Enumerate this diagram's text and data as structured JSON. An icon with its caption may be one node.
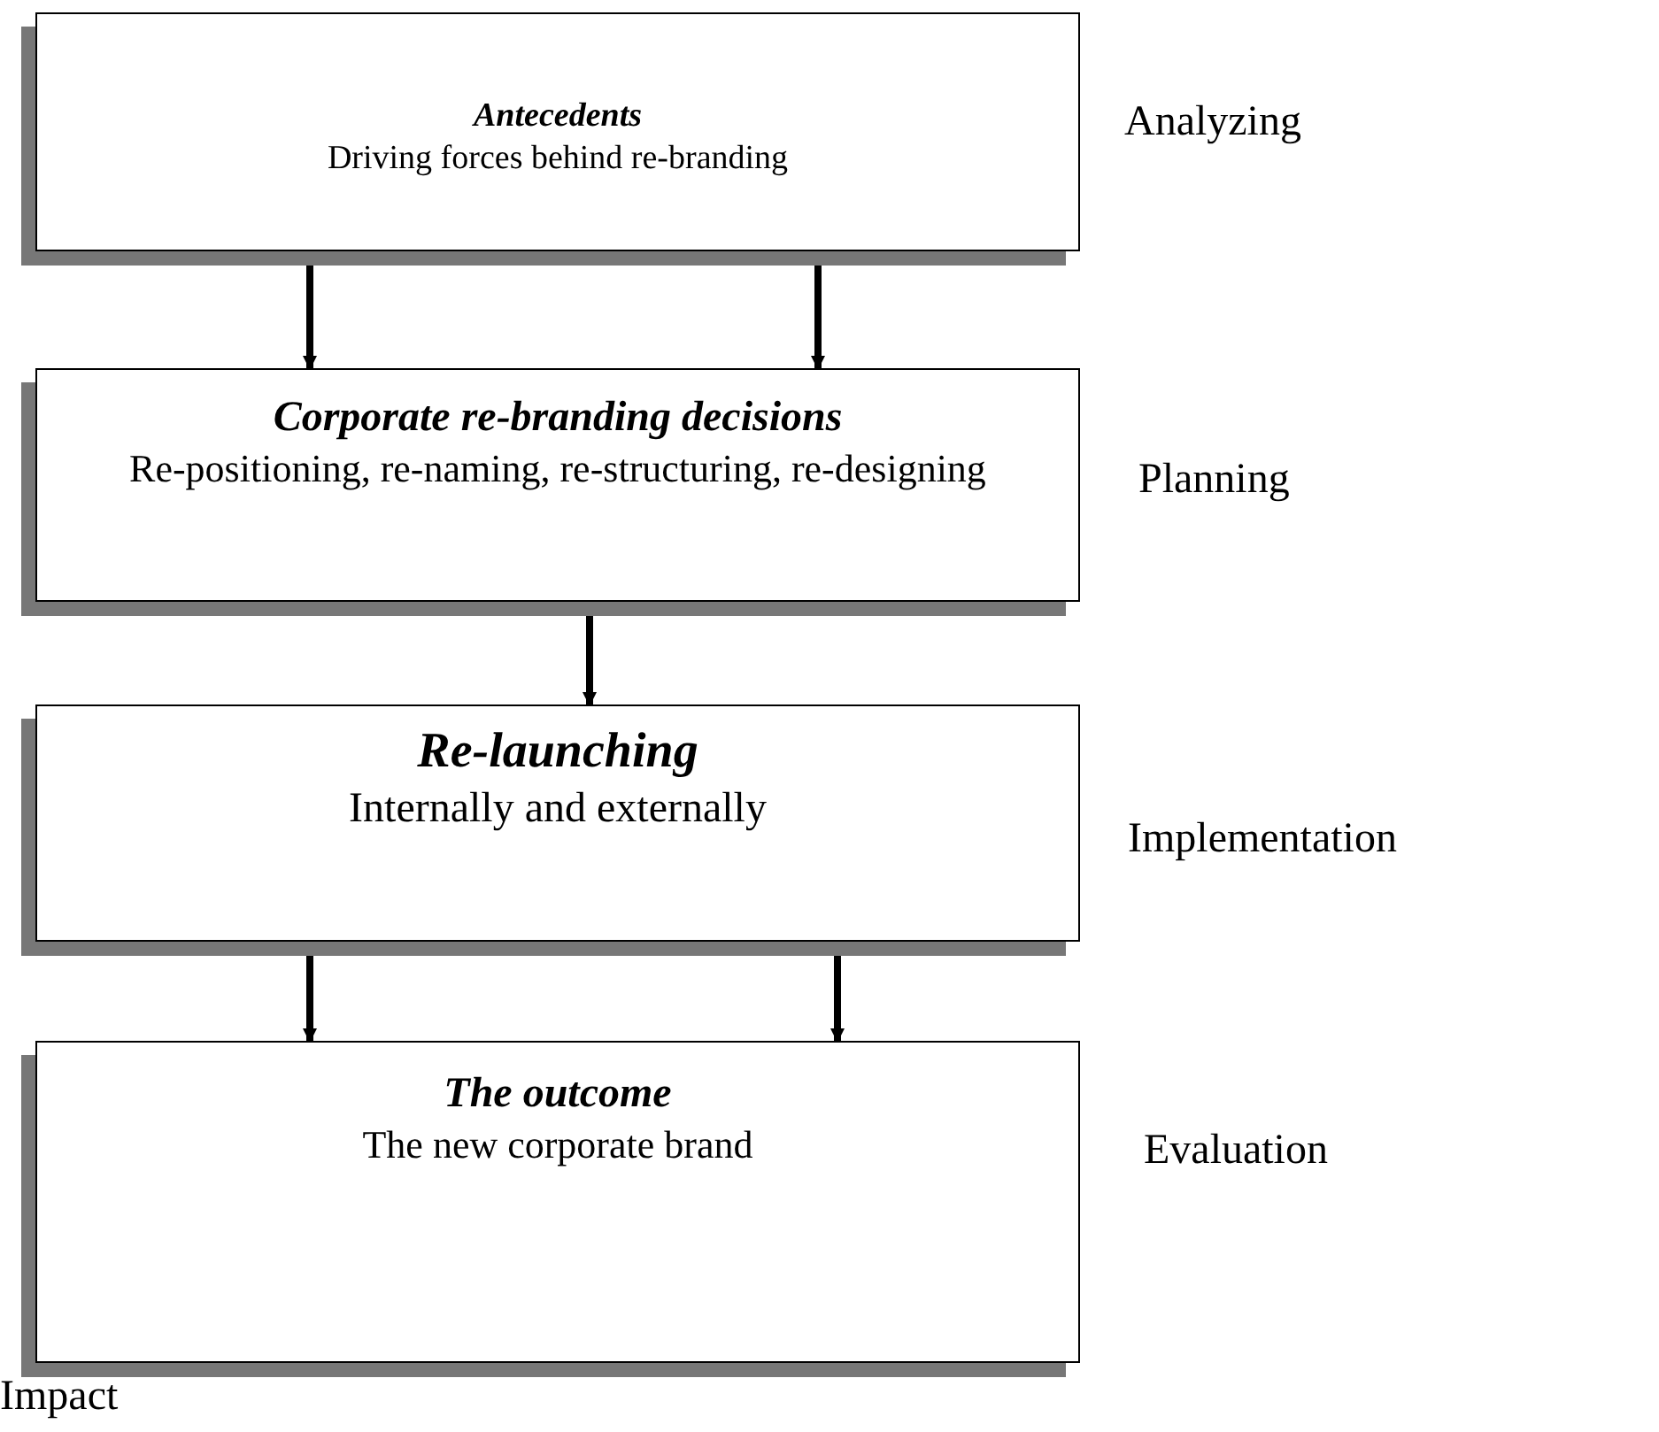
{
  "diagram": {
    "nodes": [
      {
        "text": [
          "Antecedents",
          "Driving forces behind re-branding"
        ],
        "beside": [
          "Analyzing"
        ]
      },
      {
        "text": [
          "Corporate re-branding decisions",
          "Re-positioning, re-naming, re-structuring, re-designing"
        ],
        "beside": [
          "Planning"
        ]
      },
      {
        "text": [
          "Re-launching",
          "Internally and externally"
        ],
        "beside": [
          "Implementation"
        ]
      },
      {
        "text": [
          "The outcome",
          "The new corporate brand"
        ],
        "beside": [
          "Evaluation"
        ]
      }
    ],
    "edges": [
      {
        "from": 0,
        "to": 1,
        "arrow": "to"
      },
      {
        "from": 0,
        "to": 1,
        "arrow": "to"
      },
      {
        "from": 1,
        "to": 2,
        "arrow": "to"
      },
      {
        "from": 2,
        "to": 3,
        "arrow": "to"
      },
      {
        "from": 2,
        "to": 3,
        "arrow": "to"
      }
    ],
    "labels": [
      "Impact"
    ]
  }
}
